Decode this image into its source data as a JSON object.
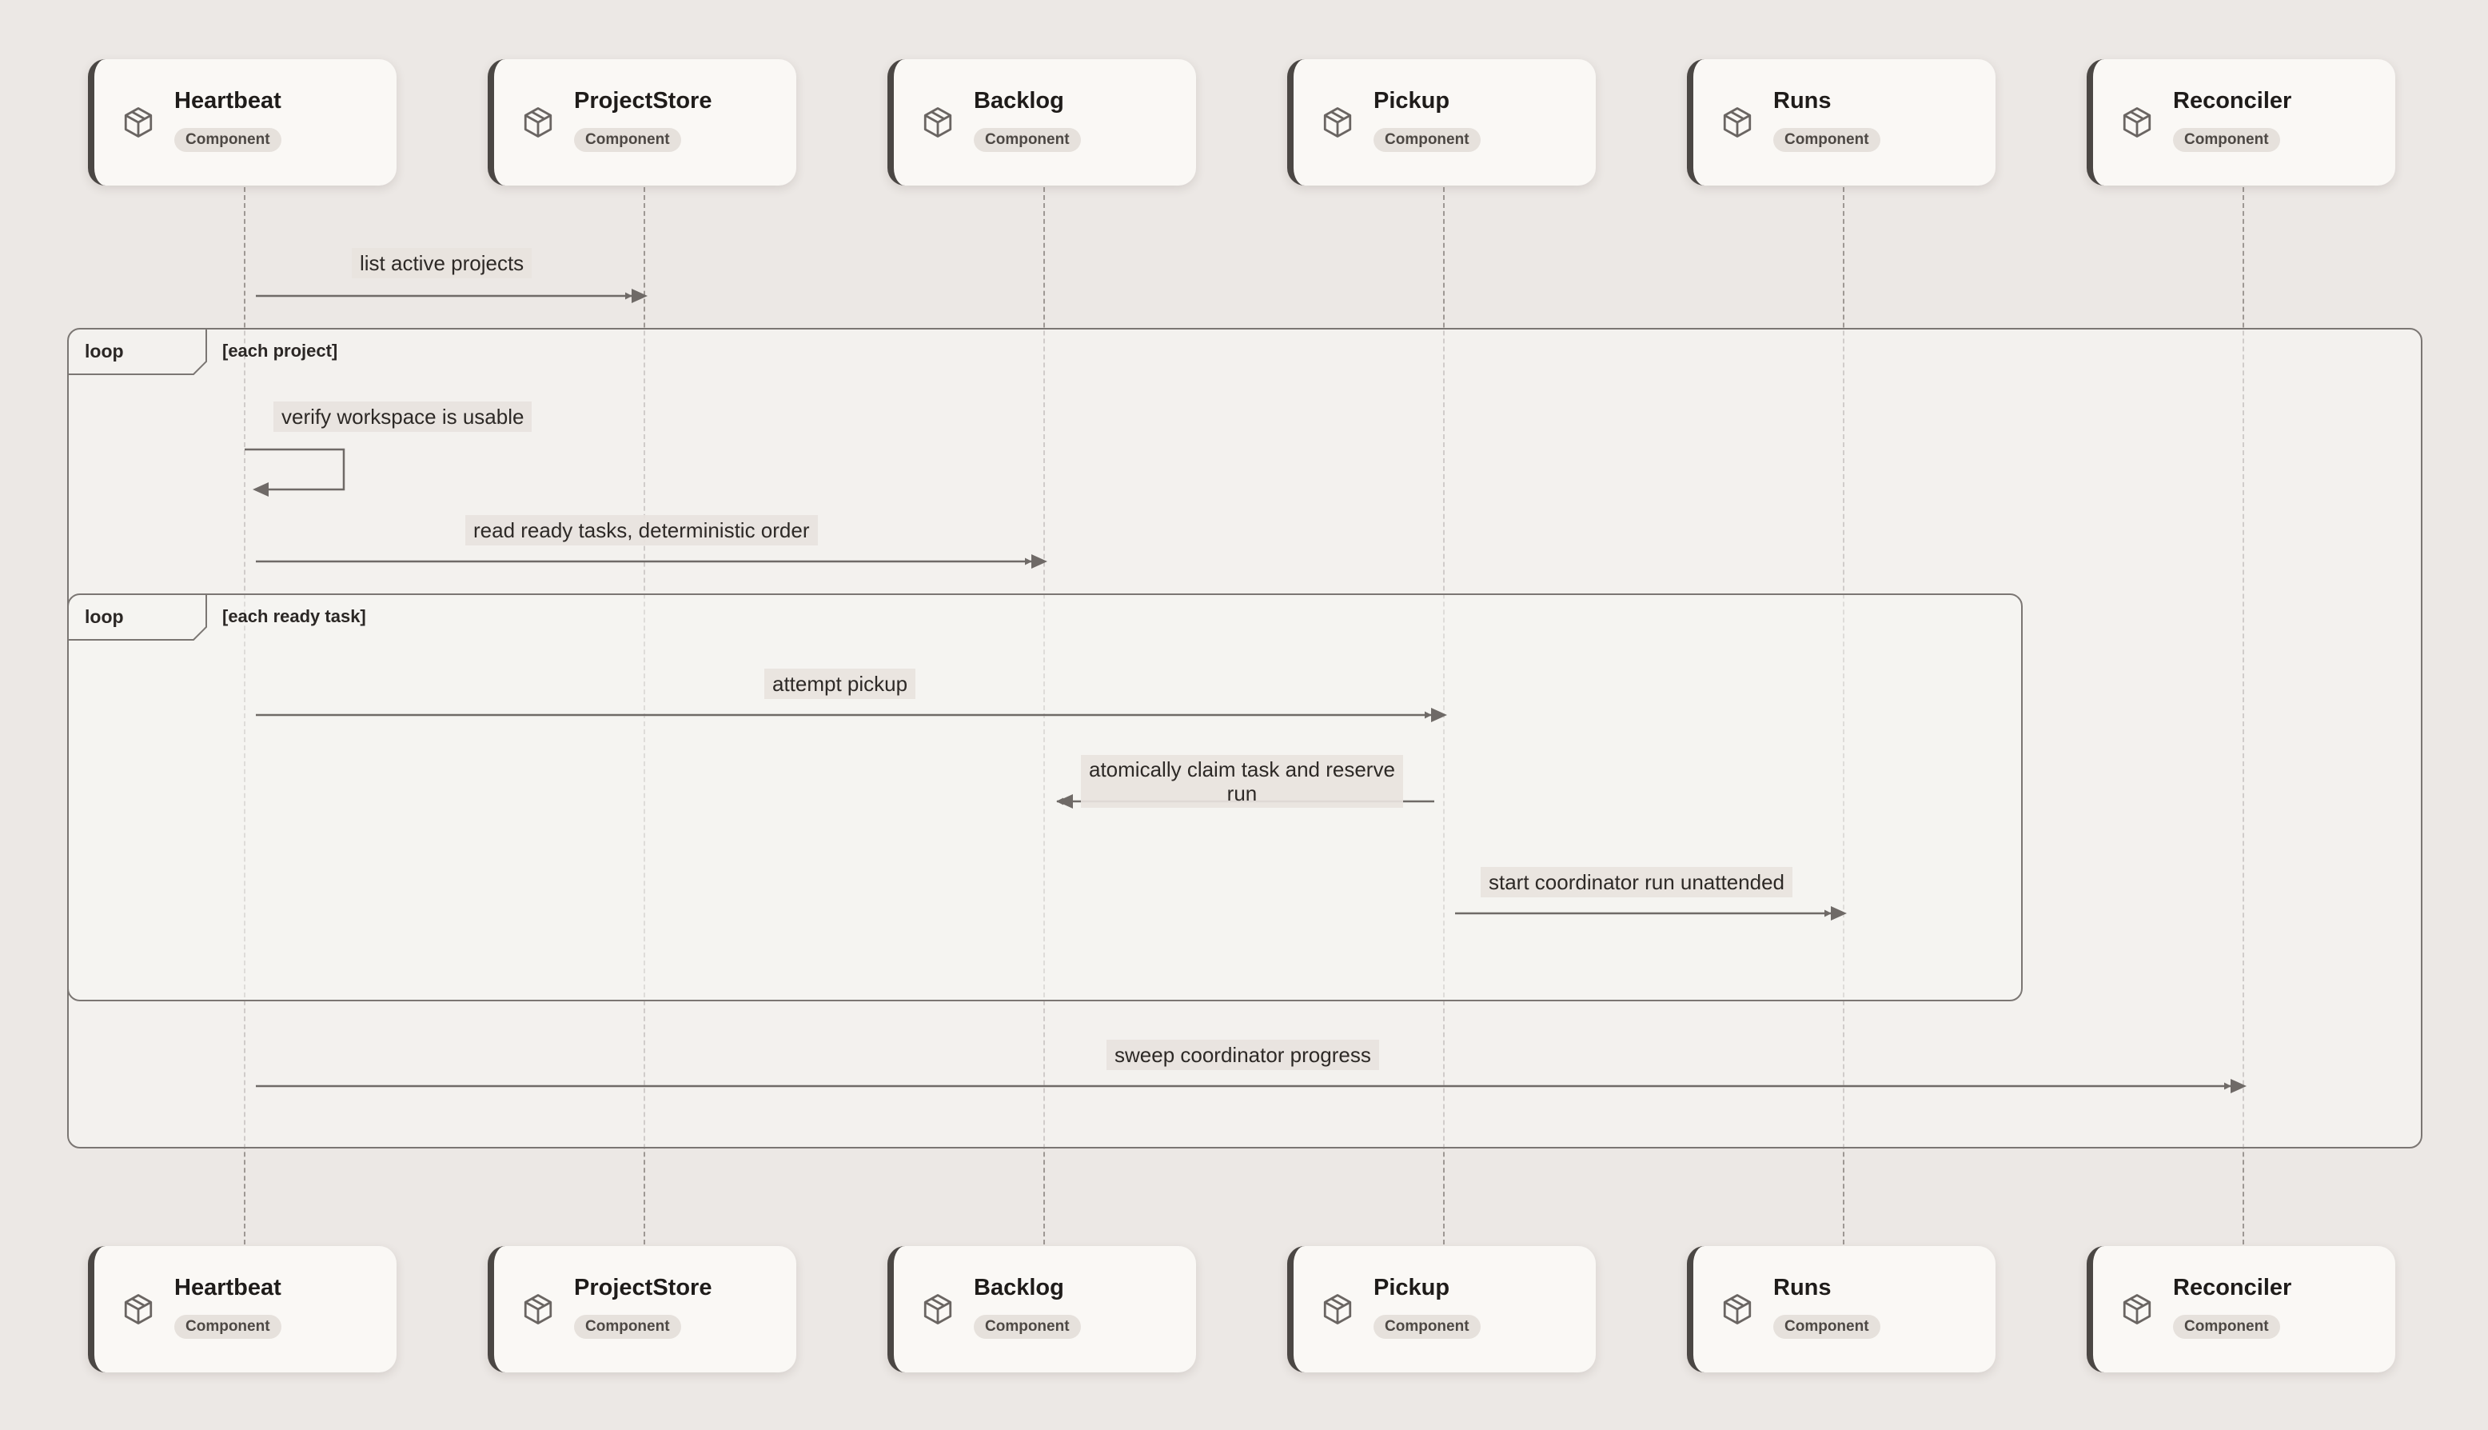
{
  "actors": [
    {
      "name": "Heartbeat",
      "badge": "Component"
    },
    {
      "name": "ProjectStore",
      "badge": "Component"
    },
    {
      "name": "Backlog",
      "badge": "Component"
    },
    {
      "name": "Pickup",
      "badge": "Component"
    },
    {
      "name": "Runs",
      "badge": "Component"
    },
    {
      "name": "Reconciler",
      "badge": "Component"
    }
  ],
  "frames": [
    {
      "keyword": "loop",
      "guard": "[each project]"
    },
    {
      "keyword": "loop",
      "guard": "[each ready task]"
    }
  ],
  "messages": [
    {
      "text": "list active projects",
      "from": "Heartbeat",
      "to": "ProjectStore"
    },
    {
      "text": "verify workspace is usable",
      "from": "Heartbeat",
      "to": "Heartbeat"
    },
    {
      "text": "read ready tasks, deterministic order",
      "from": "Heartbeat",
      "to": "Backlog"
    },
    {
      "text": "attempt pickup",
      "from": "Heartbeat",
      "to": "Pickup"
    },
    {
      "text": "atomically claim task and reserve\nrun",
      "from": "Pickup",
      "to": "Backlog"
    },
    {
      "text": "start coordinator run unattended",
      "from": "Pickup",
      "to": "Runs"
    },
    {
      "text": "sweep coordinator progress",
      "from": "Heartbeat",
      "to": "Reconciler"
    }
  ],
  "colors": {
    "background": "#ece8e5",
    "card": "#faf8f5",
    "line": "#6f6a67"
  }
}
